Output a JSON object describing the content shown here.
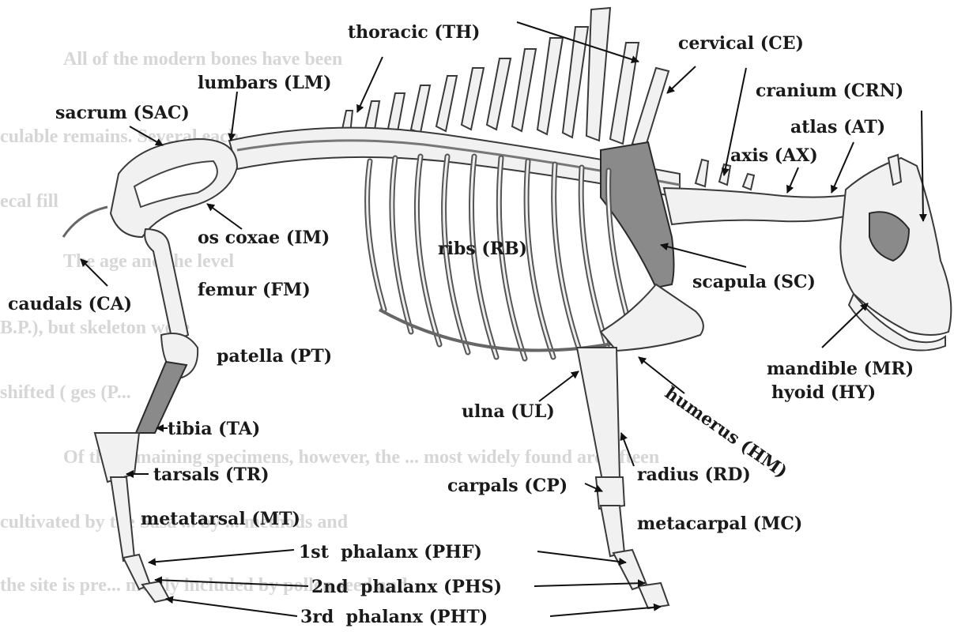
{
  "background_text": [
    "All of the modern bones have been",
    "culable remains. Several each",
    "ecal fill",
    "The age and the level",
    "B.P.), but skeleton were",
    "shifted ( ges (P...",
    "Of the remaining specimens, however, the ... most widely found are fifteen",
    "cultivated by the Sasa ... by ... methods and",
    "the site is pre... mostly included by pollen seed and"
  ],
  "labels": {
    "thoracic": "thoracic (TH)",
    "cervical": "cervical (CE)",
    "lumbars": "lumbars (LM)",
    "cranium": "cranium (CRN)",
    "sacrum": "sacrum (SAC)",
    "atlas": "atlas (AT)",
    "axis": "axis (AX)",
    "os_coxae": "os coxae (IM)",
    "ribs": "ribs (RB)",
    "scapula": "scapula (SC)",
    "caudals": "caudals (CA)",
    "femur": "femur (FM)",
    "patella": "patella (PT)",
    "mandible": "mandible (MR)",
    "hyoid": "hyoid (HY)",
    "humerus": "humerus (HM)",
    "ulna": "ulna (UL)",
    "tibia": "tibia (TA)",
    "tarsals": "tarsals (TR)",
    "radius": "radius (RD)",
    "carpals": "carpals (CP)",
    "metatarsal": "metatarsal (MT)",
    "metacarpal": "metacarpal (MC)",
    "phalanx_1": "1st  phalanx (PHF)",
    "phalanx_2": "2nd  phalanx (PHS)",
    "phalanx_3": "3rd  phalanx (PHT)"
  }
}
